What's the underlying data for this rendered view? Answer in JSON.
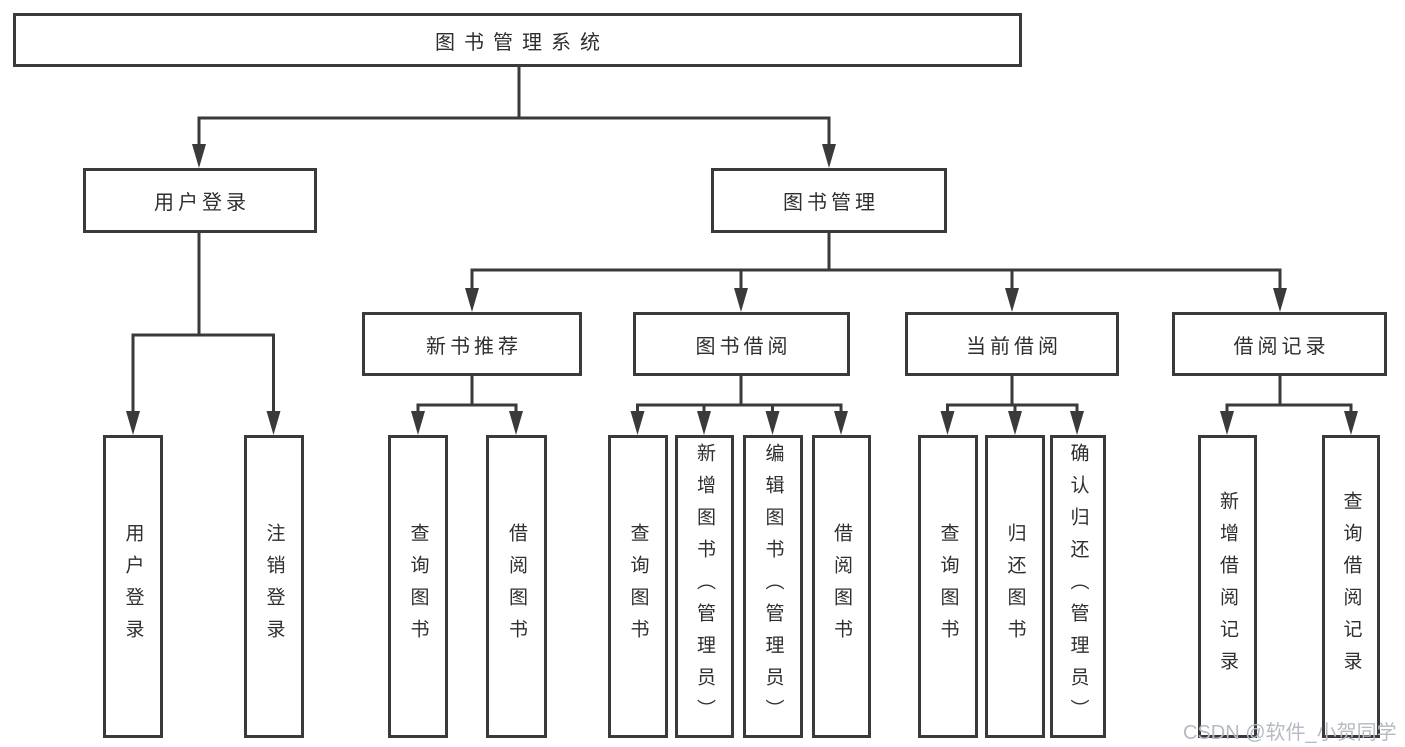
{
  "diagram": {
    "title_node": "图书管理系统",
    "root": {
      "label": "图书管理系统"
    },
    "branches": [
      {
        "label": "用户登录",
        "children": [
          {
            "label": "用户登录"
          },
          {
            "label": "注销登录"
          }
        ]
      },
      {
        "label": "图书管理",
        "children": [
          {
            "label": "新书推荐",
            "children": [
              {
                "label": "查询图书"
              },
              {
                "label": "借阅图书"
              }
            ]
          },
          {
            "label": "图书借阅",
            "children": [
              {
                "label": "查询图书"
              },
              {
                "label": "新增图书（管理员）"
              },
              {
                "label": "编辑图书（管理员）"
              },
              {
                "label": "借阅图书"
              }
            ]
          },
          {
            "label": "当前借阅",
            "children": [
              {
                "label": "查询图书"
              },
              {
                "label": "归还图书"
              },
              {
                "label": "确认归还（管理员）"
              }
            ]
          },
          {
            "label": "借阅记录",
            "children": [
              {
                "label": "新增借阅记录"
              },
              {
                "label": "查询借阅记录"
              }
            ]
          }
        ]
      }
    ],
    "watermark": "CSDN @软件_小贺同学",
    "colors": {
      "line": "#3a3a3a",
      "text": "#2f2f2f",
      "watermark": "#b5bac3",
      "background": "#ffffff"
    }
  }
}
